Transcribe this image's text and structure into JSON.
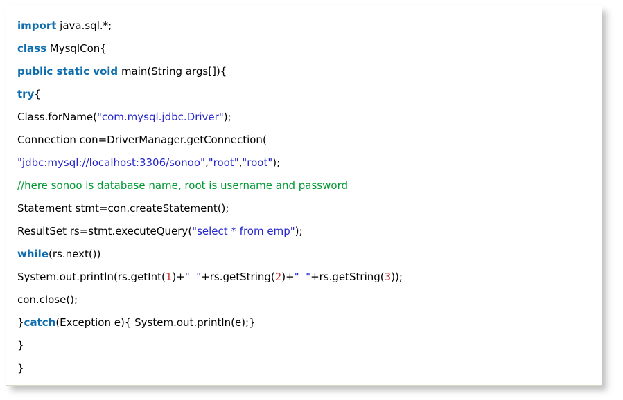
{
  "page": {
    "background_color": "#ffffff"
  },
  "code_block": {
    "language": "java",
    "background_color": "#ffffff",
    "border_color": "#d8d8c0",
    "colors": {
      "plain": "#000000",
      "keyword": "#0d6dae",
      "string": "#2626cc",
      "comment": "#009933",
      "number": "#cc3333"
    },
    "lines": [
      [
        {
          "t": "k",
          "v": "import"
        },
        {
          "t": "p",
          "v": " java.sql.*;"
        }
      ],
      [
        {
          "t": "k",
          "v": "class"
        },
        {
          "t": "p",
          "v": " MysqlCon{"
        }
      ],
      [
        {
          "t": "k",
          "v": "public static void"
        },
        {
          "t": "p",
          "v": " main(String args[]){"
        }
      ],
      [
        {
          "t": "k",
          "v": "try"
        },
        {
          "t": "p",
          "v": "{"
        }
      ],
      [
        {
          "t": "p",
          "v": "Class.forName("
        },
        {
          "t": "s",
          "v": "\"com.mysql.jdbc.Driver\""
        },
        {
          "t": "p",
          "v": ");"
        }
      ],
      [
        {
          "t": "p",
          "v": "Connection con=DriverManager.getConnection("
        }
      ],
      [
        {
          "t": "s",
          "v": "\"jdbc:mysql://localhost:3306/sonoo\""
        },
        {
          "t": "p",
          "v": ","
        },
        {
          "t": "s",
          "v": "\"root\""
        },
        {
          "t": "p",
          "v": ","
        },
        {
          "t": "s",
          "v": "\"root\""
        },
        {
          "t": "p",
          "v": ");"
        }
      ],
      [
        {
          "t": "c",
          "v": "//here sonoo is database name, root is username and password"
        }
      ],
      [
        {
          "t": "p",
          "v": "Statement stmt=con.createStatement();"
        }
      ],
      [
        {
          "t": "p",
          "v": "ResultSet rs=stmt.executeQuery("
        },
        {
          "t": "s",
          "v": "\"select * from emp\""
        },
        {
          "t": "p",
          "v": ");"
        }
      ],
      [
        {
          "t": "k",
          "v": "while"
        },
        {
          "t": "p",
          "v": "(rs.next())"
        }
      ],
      [
        {
          "t": "p",
          "v": "System.out.println(rs.getInt("
        },
        {
          "t": "n",
          "v": "1"
        },
        {
          "t": "p",
          "v": ")+"
        },
        {
          "t": "s",
          "v": "\"  \""
        },
        {
          "t": "p",
          "v": "+rs.getString("
        },
        {
          "t": "n",
          "v": "2"
        },
        {
          "t": "p",
          "v": ")+"
        },
        {
          "t": "s",
          "v": "\"  \""
        },
        {
          "t": "p",
          "v": "+rs.getString("
        },
        {
          "t": "n",
          "v": "3"
        },
        {
          "t": "p",
          "v": "));"
        }
      ],
      [
        {
          "t": "p",
          "v": "con.close();"
        }
      ],
      [
        {
          "t": "p",
          "v": "}"
        },
        {
          "t": "k",
          "v": "catch"
        },
        {
          "t": "p",
          "v": "(Exception e){ System.out.println(e);}"
        }
      ],
      [
        {
          "t": "p",
          "v": "}"
        }
      ],
      [
        {
          "t": "p",
          "v": "}"
        }
      ]
    ]
  }
}
